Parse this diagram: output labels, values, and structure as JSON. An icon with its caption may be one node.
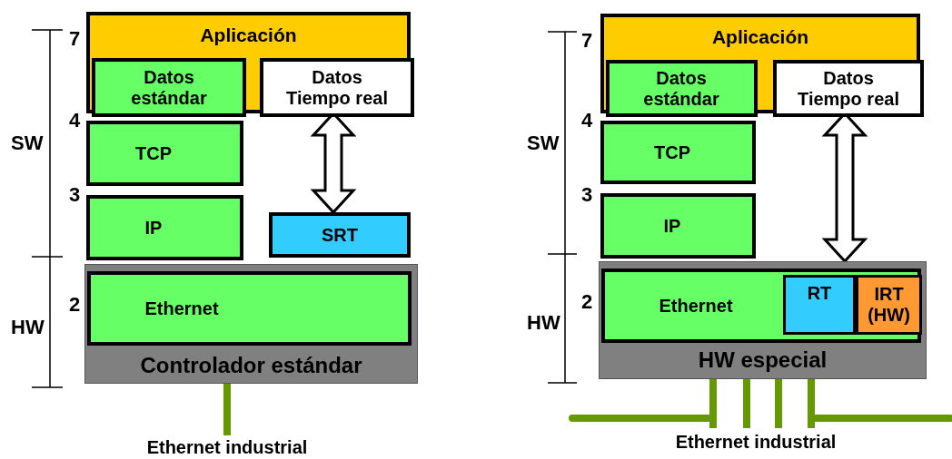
{
  "diagram": {
    "nodes": [
      {
        "text": [
          "Aplicación"
        ]
      },
      {
        "text": [
          "Datos estándar"
        ],
        "in": 0
      },
      {
        "text": [
          "Datos Tiempo real"
        ],
        "in": 0
      },
      {
        "text": [
          "TCP"
        ]
      },
      {
        "text": [
          "IP"
        ]
      },
      {
        "text": [
          "SRT"
        ]
      },
      {
        "text": [
          "Controlador estándar"
        ]
      },
      {
        "text": [
          "Ethernet"
        ],
        "in": 6
      },
      {
        "text": [
          "Ethernet industrial"
        ]
      },
      {
        "text": [
          "Aplicación"
        ]
      },
      {
        "text": [
          "Datos estándar"
        ],
        "in": 9
      },
      {
        "text": [
          "Datos Tiempo real"
        ],
        "in": 9
      },
      {
        "text": [
          "TCP"
        ]
      },
      {
        "text": [
          "IP"
        ]
      },
      {
        "text": [
          "HW especial"
        ]
      },
      {
        "text": [
          "Ethernet"
        ],
        "in": 14
      },
      {
        "text": [
          "RT"
        ],
        "in": 15
      },
      {
        "text": [
          "IRT (HW)"
        ],
        "in": 15
      },
      {
        "text": [
          "Ethernet industrial"
        ]
      }
    ],
    "edges": [
      {
        "from": 2,
        "to": 5,
        "arrow": "both",
        "color": "#000000"
      },
      {
        "from": 6,
        "to": 8,
        "arrow": "none",
        "color": "#669900"
      },
      {
        "from": 11,
        "to": 14,
        "arrow": "both",
        "color": "#000000"
      },
      {
        "from": 14,
        "to": 18,
        "arrow": "none",
        "color": "#669900"
      },
      {
        "from": 14,
        "to": 18,
        "arrow": "none",
        "color": "#669900"
      },
      {
        "from": 14,
        "to": 18,
        "arrow": "none",
        "color": "#669900"
      },
      {
        "from": 14,
        "to": 18,
        "arrow": "none",
        "color": "#669900"
      }
    ],
    "labels": [
      "7",
      "4",
      "SW",
      "3",
      "2",
      "HW",
      "7",
      "4",
      "SW",
      "3",
      "2",
      "HW"
    ]
  }
}
